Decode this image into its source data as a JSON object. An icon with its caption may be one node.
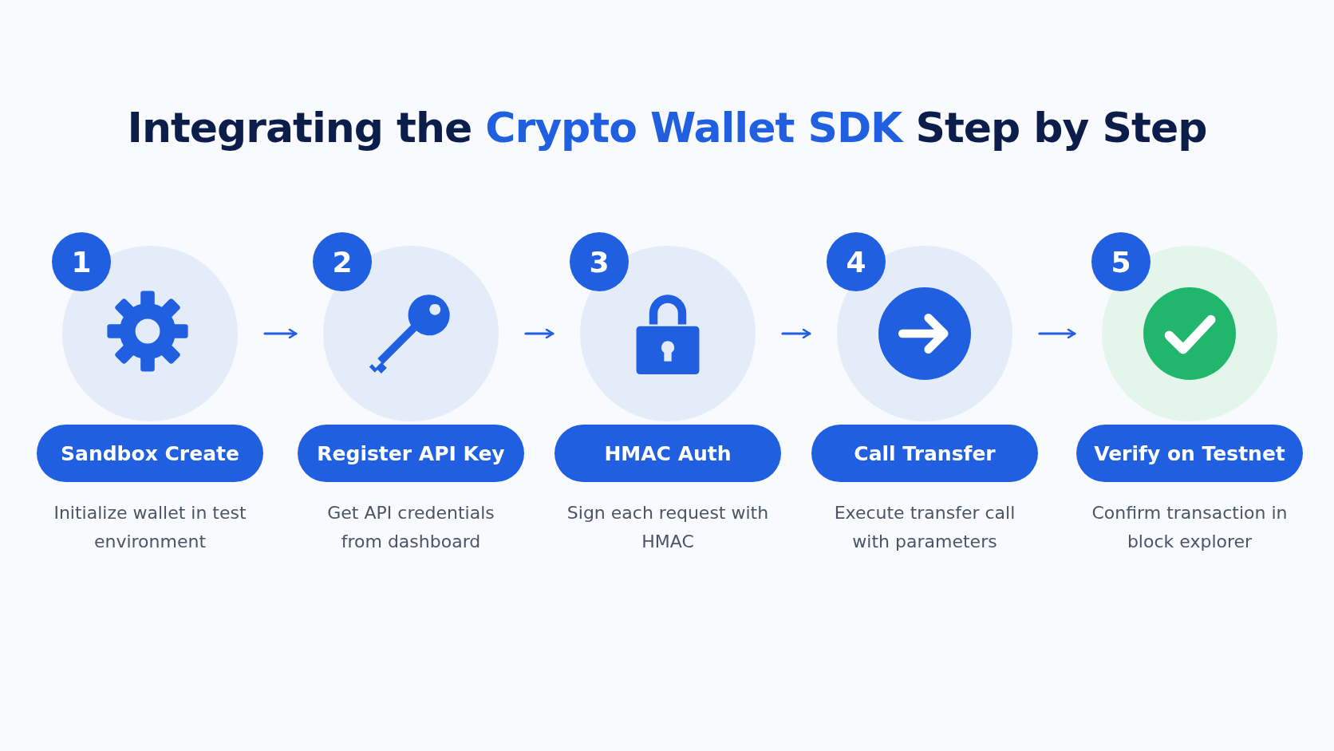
{
  "diagram": {
    "title": "Integrating the **Crypto Wallet SDK** Step by Step",
    "nodes": [
      {
        "text": [
          "1",
          "Sandbox Create",
          "Initialize wallet in test environment"
        ]
      },
      {
        "text": [
          "2",
          "Register API Key",
          "Get API credentials from dashboard"
        ]
      },
      {
        "text": [
          "3",
          "HMAC Auth",
          "Sign each request with HMAC"
        ]
      },
      {
        "text": [
          "4",
          "Call Transfer",
          "Execute transfer call with parameters"
        ]
      },
      {
        "text": [
          "5",
          "Verify on Testnet",
          "Confirm transaction in block explorer"
        ]
      }
    ],
    "edges": [
      {
        "from": 0,
        "to": 1,
        "arrow": "to"
      },
      {
        "from": 1,
        "to": 2,
        "arrow": "to"
      },
      {
        "from": 2,
        "to": 3,
        "arrow": "to"
      },
      {
        "from": 3,
        "to": 4,
        "arrow": "to"
      }
    ]
  }
}
